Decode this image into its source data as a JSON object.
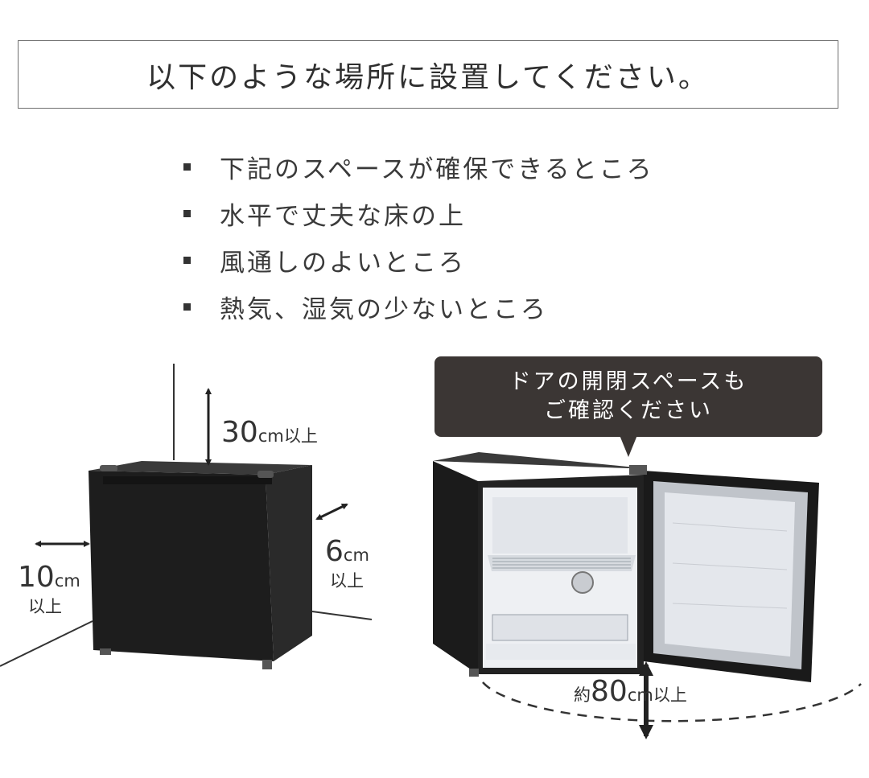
{
  "title": "以下のような場所に設置してください。",
  "bullets": [
    "下記のスペースが確保できるところ",
    "水平で丈夫な床の上",
    "風通しのよいところ",
    "熱気、湿気の少ないところ"
  ],
  "left_diagram": {
    "top_value": "30",
    "top_unit": "cm以上",
    "right_value": "6",
    "right_unit": "cm",
    "right_suffix": "以上",
    "left_value": "10",
    "left_unit": "cm",
    "left_suffix": "以上"
  },
  "right_diagram": {
    "callout_line1": "ドアの開閉スペースも",
    "callout_line2": "ご確認ください",
    "door_prefix": "約",
    "door_value": "80",
    "door_unit": "cm以上"
  },
  "colors": {
    "fridge_body": "#1f1f1f",
    "fridge_interior": "#f2f3f5",
    "callout_bg": "#3b3634",
    "border": "#6f6f6f"
  }
}
